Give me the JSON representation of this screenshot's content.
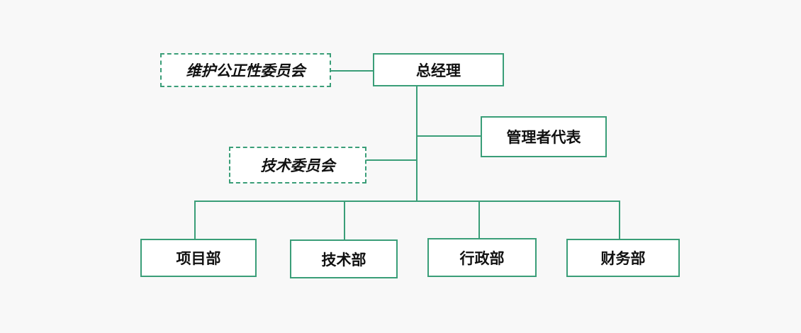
{
  "colors": {
    "line": "#3a9e78",
    "node_border": "#3a9e78",
    "background": "#f8f8f8",
    "node_fill": "#ffffff",
    "text": "#111111"
  },
  "nodes": {
    "general_manager": "总经理",
    "fairness_committee": "维护公正性委员会",
    "management_rep": "管理者代表",
    "tech_committee": "技术委员会",
    "dept_project": "项目部",
    "dept_tech": "技术部",
    "dept_admin": "行政部",
    "dept_finance": "财务部"
  }
}
